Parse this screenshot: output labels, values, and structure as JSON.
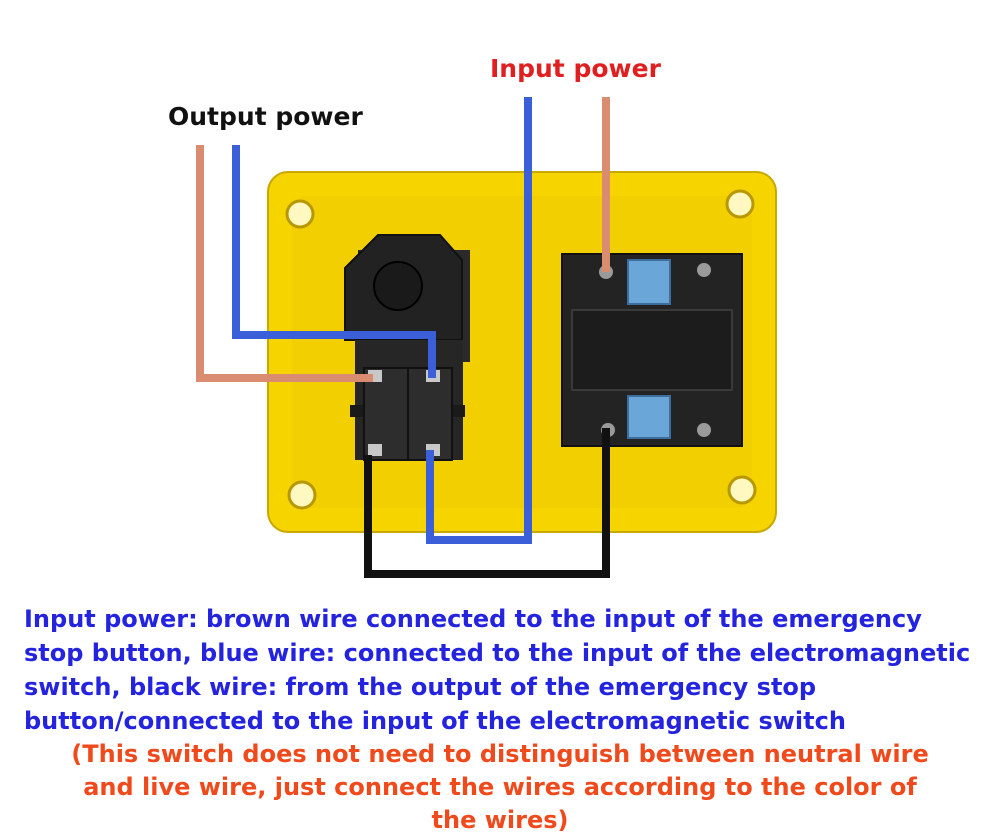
{
  "labels": {
    "output_power": "Output power",
    "input_power": "Input power"
  },
  "description": "Input power: brown wire connected to the input of the emergency stop button, blue wire: connected to the input of the electromagnetic switch, black wire: from the output of the emergency stop button/connected to the input of the electromagnetic switch",
  "note": "(This switch does not need to distinguish between neutral wire and live wire, just connect the wires according to the color of the wires)",
  "colors": {
    "housing": "#f5d400",
    "brown_wire": "#d98c70",
    "blue_wire": "#3a5fd8",
    "black_wire": "#111111",
    "description_text": "#2323e0",
    "note_text": "#f04a1c",
    "input_label": "#e02020"
  }
}
